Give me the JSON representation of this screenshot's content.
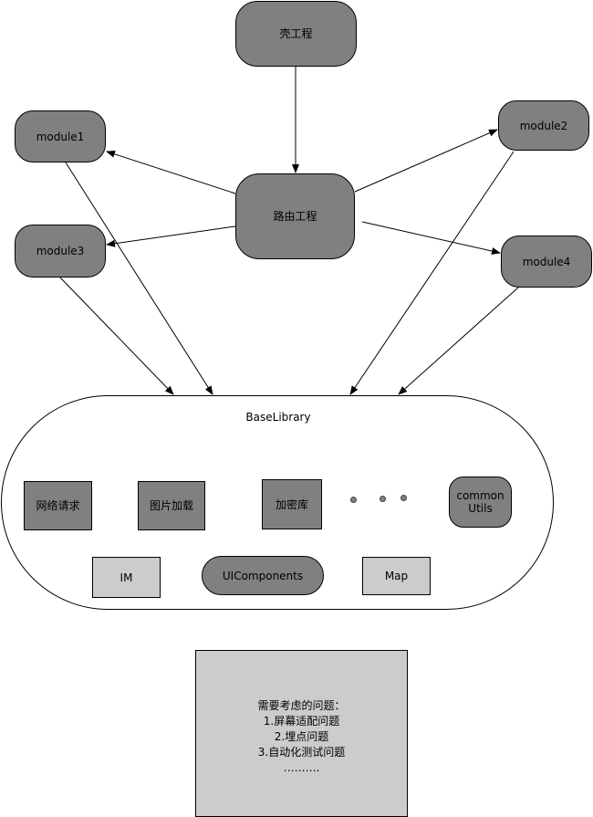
{
  "diagram": {
    "shell": "壳工程",
    "router": "路由工程",
    "modules": [
      "module1",
      "module2",
      "module3",
      "module4"
    ],
    "base_library": {
      "title": "BaseLibrary",
      "items": [
        "网络请求",
        "图片加载",
        "加密库",
        "common\nUtils",
        "IM",
        "UIComponents",
        "Map"
      ]
    },
    "notes": {
      "heading": "需要考虑的问题：",
      "items": [
        "1.屏幕适配问题",
        "2.埋点问题",
        "3.自动化测试问题",
        "………."
      ]
    }
  },
  "colors": {
    "dark_fill": "#808080",
    "light_fill": "#cccccc",
    "stroke": "#000000"
  }
}
